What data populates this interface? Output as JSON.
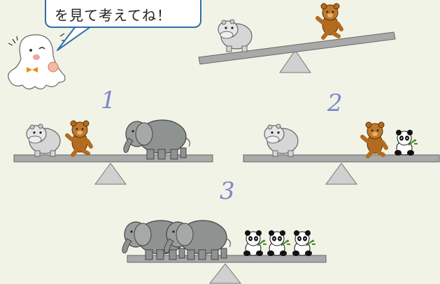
{
  "bubble": {
    "text": "を見て考えてね！"
  },
  "problems": [
    {
      "number": "1"
    },
    {
      "number": "2"
    },
    {
      "number": "3"
    }
  ],
  "colors": {
    "background": "#f1f3e6",
    "bubble_border": "#2f6ea8",
    "number": "#7f87c8",
    "beam": "#a9a9a9",
    "elephant": "#8e9291",
    "bear": "#b36b1f",
    "hippo": "#d2d2d2"
  },
  "icons": [
    "ghost-mascot-icon",
    "hippo-icon",
    "bear-icon",
    "elephant-icon",
    "panda-icon",
    "seesaw-icon"
  ]
}
